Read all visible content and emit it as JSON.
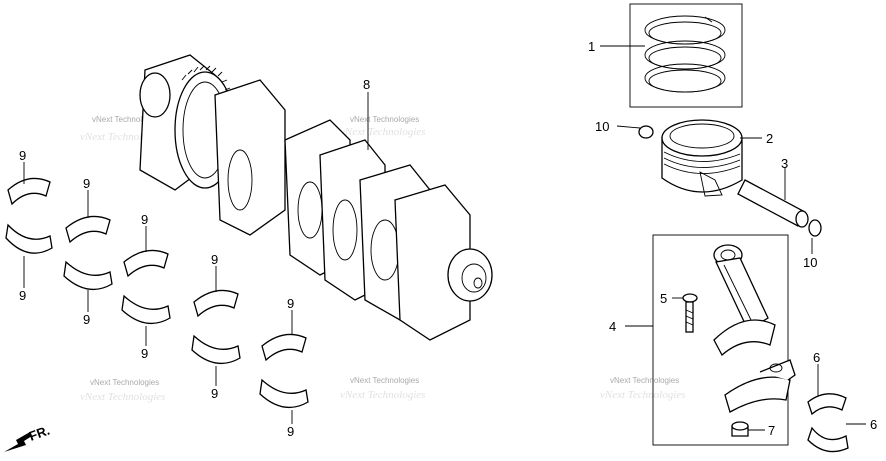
{
  "diagram": {
    "callouts": {
      "c1": "1",
      "c2": "2",
      "c3": "3",
      "c4": "4",
      "c5": "5",
      "c6a": "6",
      "c6b": "6",
      "c7": "7",
      "c8": "8",
      "c10a": "10",
      "c10b": "10",
      "b1t": "9",
      "b1b": "9",
      "b2t": "9",
      "b2b": "9",
      "b3t": "9",
      "b3b": "9",
      "b4t": "9",
      "b4b": "9",
      "b5t": "9",
      "b5b": "9"
    },
    "direction_label": "FR.",
    "watermark": "vNext Technologies"
  }
}
